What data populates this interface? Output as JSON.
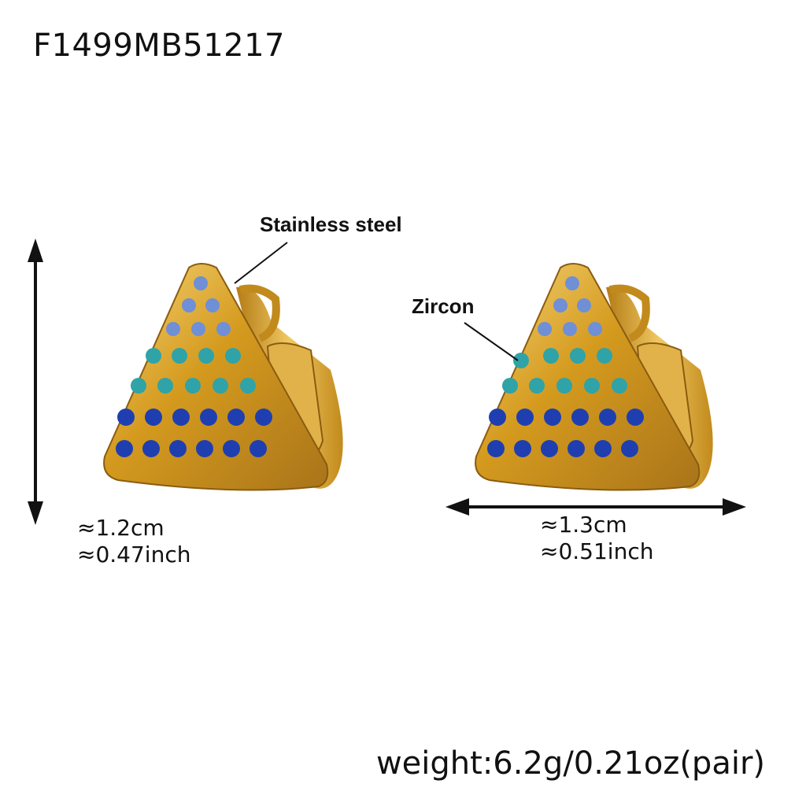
{
  "product": {
    "sku": "F1499MB51217",
    "weight": "weight:6.2g/0.21oz(pair)"
  },
  "callouts": {
    "material": "Stainless steel",
    "stone": "Zircon"
  },
  "dimensions": {
    "height_cm": "≈1.2cm",
    "height_inch": "≈0.47inch",
    "width_cm": "≈1.3cm",
    "width_inch": "≈0.51inch"
  },
  "colors": {
    "gold": "#d49a1e",
    "gold_light": "#f2cf6a",
    "gold_dark": "#9a6a12",
    "stone_light_blue": "#6f8fd6",
    "stone_teal": "#2fa3a8",
    "stone_royal_blue": "#1f3fb0"
  }
}
